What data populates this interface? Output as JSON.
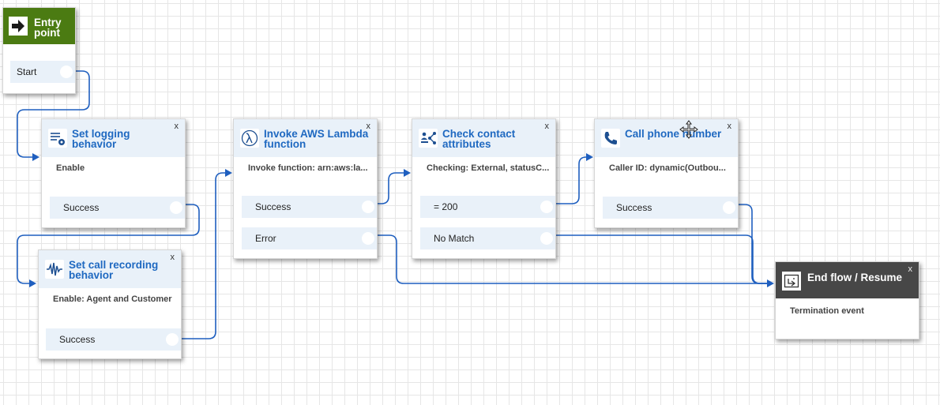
{
  "entry": {
    "title": "Entry point",
    "icon": "arrow-right-icon",
    "start_label": "Start"
  },
  "logging": {
    "title": "Set logging behavior",
    "close": "x",
    "description": "Enable",
    "icon": "logging-settings-icon",
    "branches": [
      "Success"
    ]
  },
  "recording": {
    "title": "Set call recording behavior",
    "close": "x",
    "description": "Enable: Agent and Customer",
    "icon": "waveform-icon",
    "branches": [
      "Success"
    ]
  },
  "lambda": {
    "title": "Invoke AWS Lambda function",
    "close": "x",
    "description": "Invoke function: arn:aws:la...",
    "icon": "lambda-icon",
    "branches": [
      "Success",
      "Error"
    ]
  },
  "check": {
    "title": "Check contact attributes",
    "close": "x",
    "description": "Checking: External, statusC...",
    "icon": "attributes-icon",
    "branches": [
      "= 200",
      "No Match"
    ]
  },
  "call": {
    "title": "Call phone number",
    "close": "x",
    "description": "Caller ID: dynamic(Outbou...",
    "icon": "phone-icon",
    "branches": [
      "Success"
    ]
  },
  "end": {
    "title": "End flow / Resume",
    "close": "x",
    "description": "Termination event",
    "icon": "end-flow-icon"
  },
  "colors": {
    "wire": "#1f5fbf",
    "entry_header": "#4b7b12",
    "end_header": "#474747",
    "title_blue": "#1f69c1",
    "header_bg": "#e9f1f9"
  }
}
